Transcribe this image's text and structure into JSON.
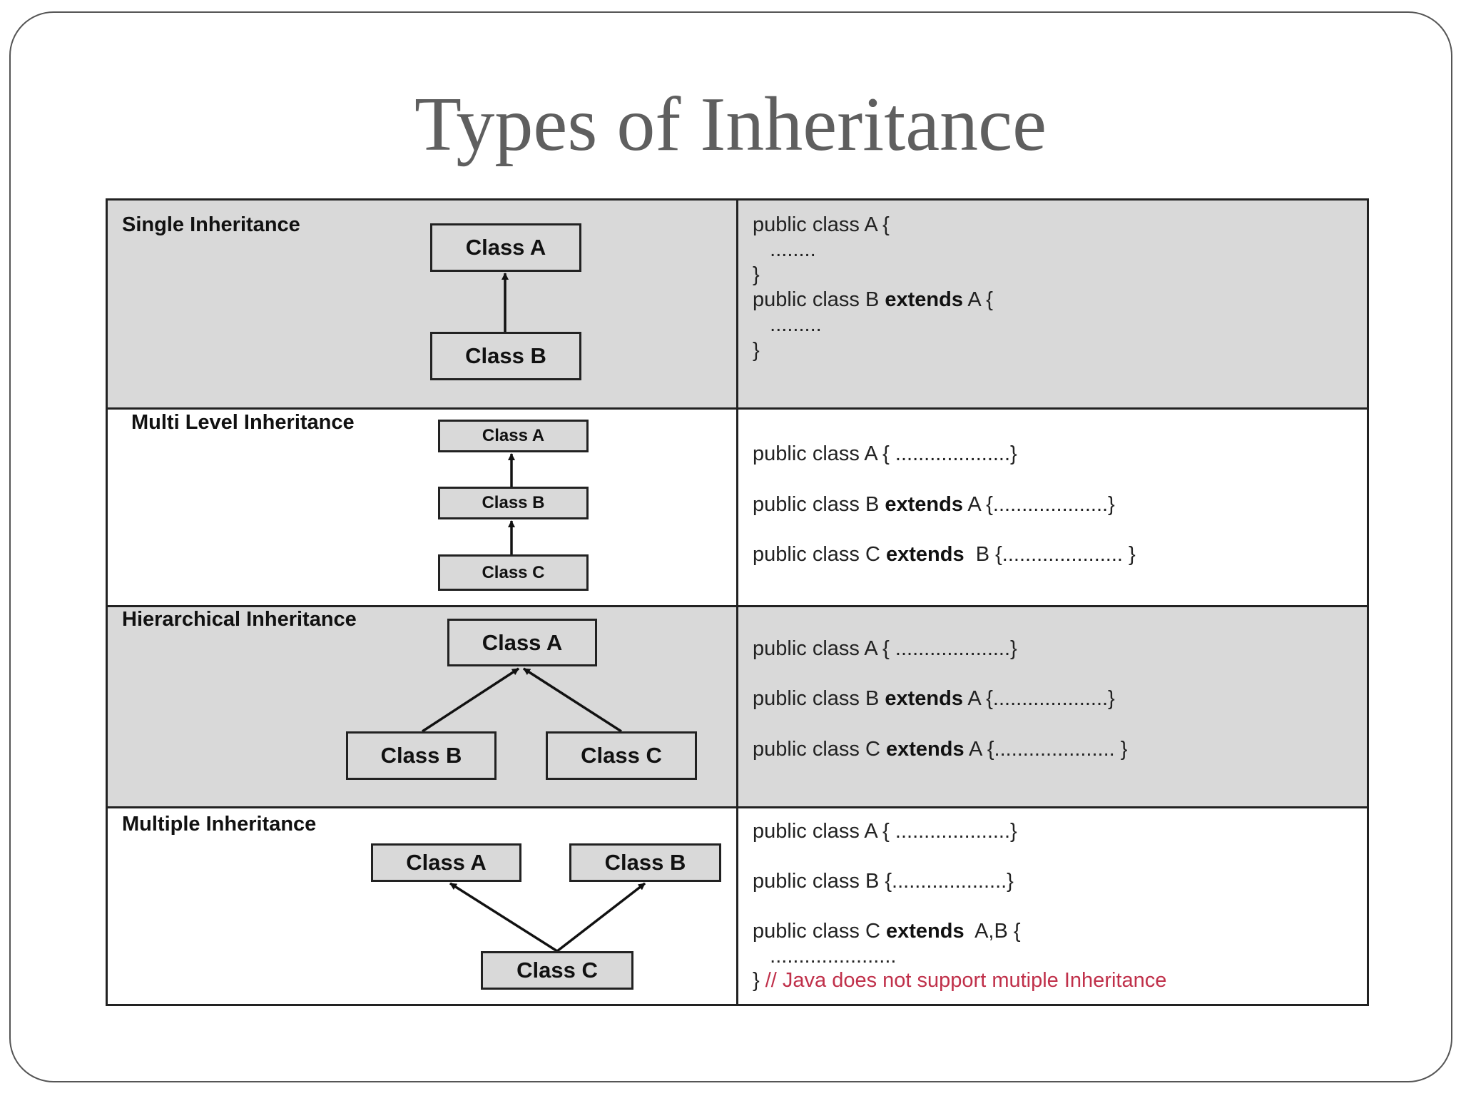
{
  "title": "Types of Inheritance",
  "rows": [
    {
      "label": "Single Inheritance",
      "boxes": [
        "Class A",
        "Class B"
      ],
      "code": [
        {
          "pre": "public class A {",
          "kw": "",
          "post": ""
        },
        {
          "pre": "   ........",
          "kw": "",
          "post": ""
        },
        {
          "pre": "}",
          "kw": "",
          "post": ""
        },
        {
          "pre": "public class B ",
          "kw": "extends",
          "post": " A {"
        },
        {
          "pre": "   .........",
          "kw": "",
          "post": ""
        },
        {
          "pre": "}",
          "kw": "",
          "post": ""
        }
      ]
    },
    {
      "label": "Multi Level Inheritance",
      "boxes": [
        "Class A",
        "Class B",
        "Class C"
      ],
      "code": [
        {
          "pre": "public class A { ....................}",
          "kw": "",
          "post": ""
        },
        {
          "pre": "public class B ",
          "kw": "extends",
          "post": " A {....................}"
        },
        {
          "pre": "public class C ",
          "kw": "extends",
          "post": "  B {..................... }"
        }
      ]
    },
    {
      "label": "Hierarchical Inheritance",
      "boxes": [
        "Class A",
        "Class B",
        "Class C"
      ],
      "code": [
        {
          "pre": "public class A { ....................}",
          "kw": "",
          "post": ""
        },
        {
          "pre": "public class B ",
          "kw": "extends",
          "post": " A {....................}"
        },
        {
          "pre": "public class C ",
          "kw": "extends",
          "post": " A {..................... }"
        }
      ]
    },
    {
      "label": "Multiple Inheritance",
      "boxes": [
        "Class A",
        "Class B",
        "Class C"
      ],
      "code": [
        {
          "pre": "public class A { ....................}",
          "kw": "",
          "post": ""
        },
        {
          "pre": "public class B {....................}",
          "kw": "",
          "post": ""
        },
        {
          "pre": "public class C ",
          "kw": "extends",
          "post": "  A,B {"
        },
        {
          "pre": "   ......................",
          "kw": "",
          "post": ""
        }
      ],
      "closing": "}",
      "comment": " // Java does not support mutiple Inheritance"
    }
  ],
  "colors": {
    "cell_gray": "#d9d9d9",
    "comment": "#c0304a",
    "title": "#5f5f5f"
  }
}
